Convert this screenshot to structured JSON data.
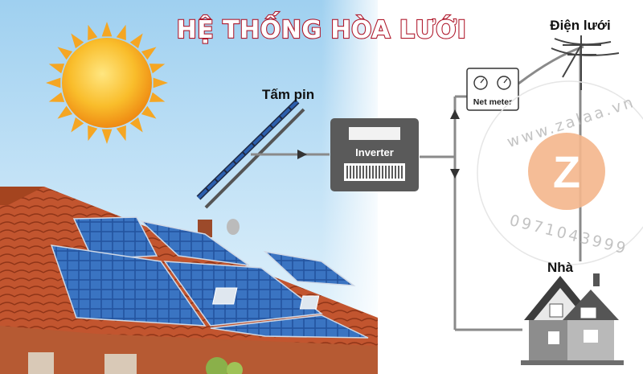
{
  "title": "HỆ THỐNG HÒA LƯỚI",
  "labels": {
    "panel": "Tấm pin",
    "inverter": "Inverter",
    "meter": "Net meter",
    "grid": "Điện lưới",
    "house": "Nhà"
  },
  "watermark": {
    "site": "www.zalaa.vn",
    "phone": "0971043999",
    "logo_letter": "Z"
  },
  "colors": {
    "title_outline": "#b01b2e",
    "sun": "#f5a623",
    "inverter": "#555555",
    "line": "#8a8a8a",
    "logo": "#f4b68c"
  }
}
